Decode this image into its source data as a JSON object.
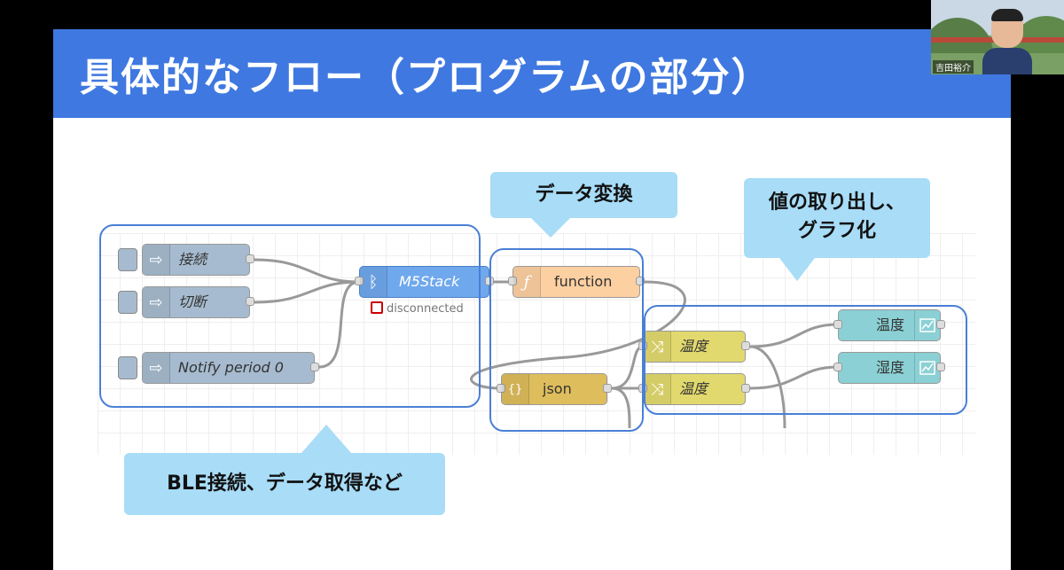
{
  "slide": {
    "title": "具体的なフロー（プログラムの部分）"
  },
  "flow": {
    "nodes": {
      "connect": "接続",
      "disconnect": "切断",
      "notify": "Notify period 0",
      "ble": "M5Stack",
      "ble_status": "disconnected",
      "function": "function",
      "json": "json",
      "change1": "温度",
      "change2": "温度",
      "chart1": "温度",
      "chart2": "湿度"
    }
  },
  "callouts": {
    "data_convert": "データ変換",
    "extract_graph_line1": "値の取り出し、",
    "extract_graph_line2": "グラフ化",
    "ble_get": "BLE接続、データ取得など"
  },
  "webcam": {
    "name": "吉田裕介"
  },
  "colors": {
    "header": "#3f78e0",
    "group_border": "#4a7fd6",
    "callout": "#a8dcf7",
    "inject": "#a6bbcf",
    "function": "#fdd0a2",
    "json": "#debd5c",
    "change": "#e2d96e",
    "chart": "#8bd0d4"
  }
}
